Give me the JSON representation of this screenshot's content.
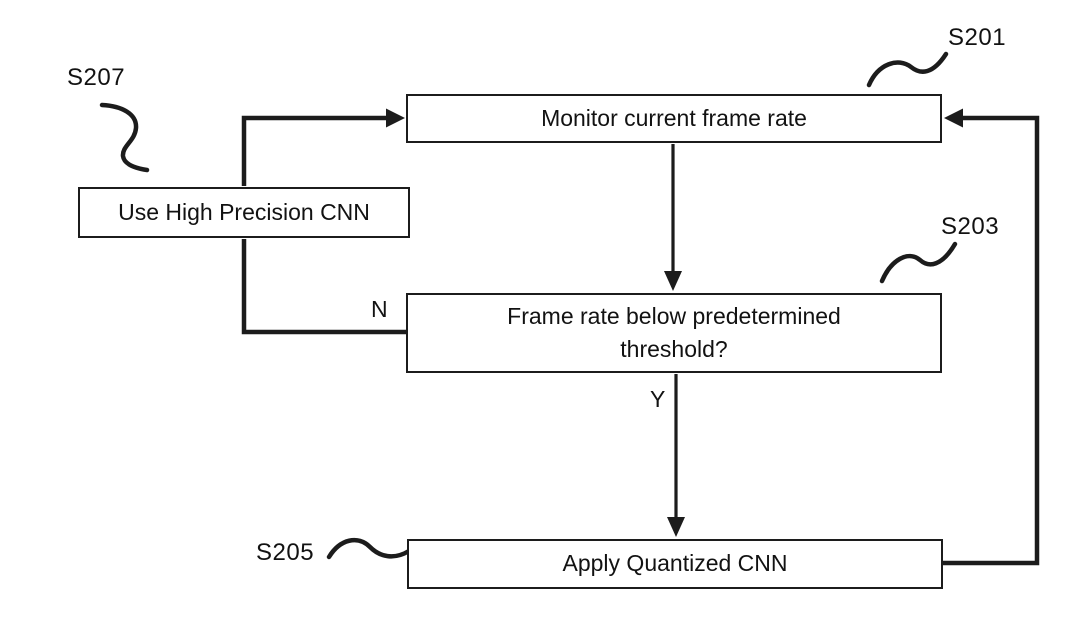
{
  "figure": {
    "boxes": {
      "monitor": {
        "label": "Monitor current frame rate",
        "step": "S201"
      },
      "threshold": {
        "label": "Frame rate below predetermined threshold?",
        "step": "S203"
      },
      "apply": {
        "label": "Apply Quantized CNN",
        "step": "S205"
      },
      "high_precision": {
        "label": "Use High Precision CNN",
        "step": "S207"
      }
    },
    "branches": {
      "no": "N",
      "yes": "Y"
    },
    "colors": {
      "background": "#ffffff",
      "ink": "#1c1c1c"
    }
  }
}
